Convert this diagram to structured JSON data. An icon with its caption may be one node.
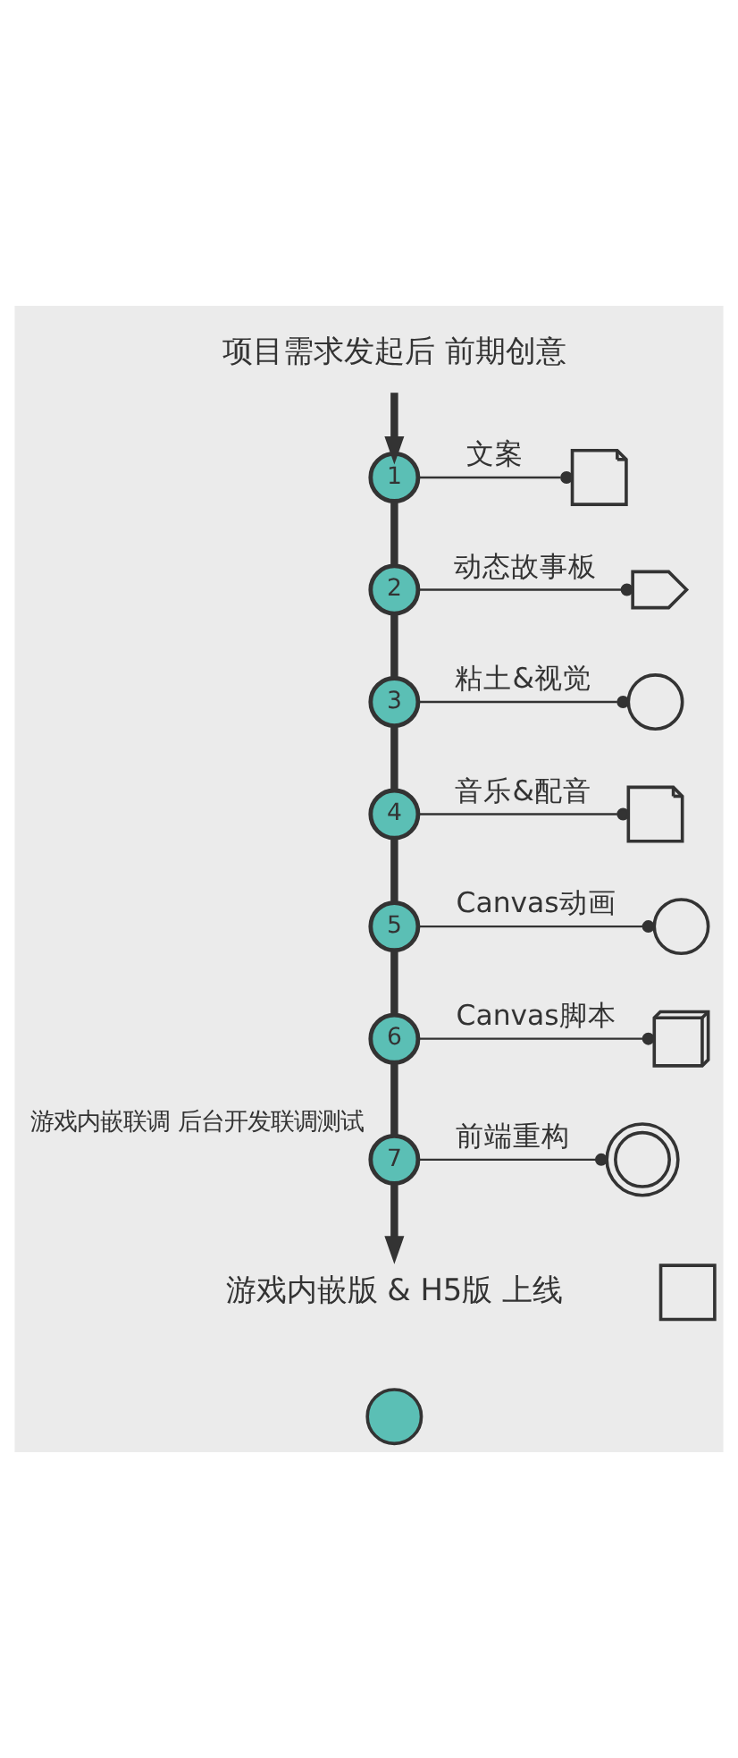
{
  "diagram": {
    "nodes": [
      {
        "text": [
          "项目需求发起后 前期创意"
        ]
      },
      {
        "text": [],
        "shape": "book"
      },
      {
        "text": [
          "1"
        ]
      },
      {
        "text": [
          "2"
        ]
      },
      {
        "text": [],
        "shape": "pencil"
      },
      {
        "text": [],
        "shape": "eye"
      },
      {
        "text": [
          "3"
        ]
      },
      {
        "text": [
          "4"
        ]
      },
      {
        "text": [],
        "shape": "music"
      },
      {
        "text": [],
        "shape": "play"
      },
      {
        "text": [
          "5"
        ]
      },
      {
        "text": [
          "6"
        ]
      },
      {
        "text": [],
        "shape": "window"
      },
      {
        "text": [],
        "shape": "gear"
      },
      {
        "text": [
          "7"
        ],
        "beside": [
          "游戏内嵌联调 后台开发联调测试"
        ]
      },
      {
        "text": [],
        "shape": "phone"
      },
      {
        "text": [
          "游戏内嵌版 & H5版 上线"
        ]
      },
      {
        "text": [],
        "shape": "circle"
      }
    ],
    "edges": [
      {
        "from": 0,
        "to": 2,
        "arrow": "to"
      },
      {
        "from": 2,
        "to": 1,
        "arrow": "other",
        "label": "文案"
      },
      {
        "from": 2,
        "to": 3,
        "arrow": "none"
      },
      {
        "from": 3,
        "to": 4,
        "arrow": "other",
        "label": "动态故事板"
      },
      {
        "from": 3,
        "to": 6,
        "arrow": "none"
      },
      {
        "from": 6,
        "to": 5,
        "arrow": "other",
        "label": "粘土&视觉"
      },
      {
        "from": 6,
        "to": 7,
        "arrow": "none"
      },
      {
        "from": 7,
        "to": 8,
        "arrow": "other",
        "label": "音乐&配音"
      },
      {
        "from": 7,
        "to": 10,
        "arrow": "none"
      },
      {
        "from": 10,
        "to": 9,
        "arrow": "other",
        "label": "Canvas动画"
      },
      {
        "from": 10,
        "to": 11,
        "arrow": "none"
      },
      {
        "from": 11,
        "to": 12,
        "arrow": "other",
        "label": "Canvas脚本"
      },
      {
        "from": 11,
        "to": 14,
        "arrow": "none"
      },
      {
        "from": 14,
        "to": 13,
        "arrow": "other",
        "label": "前端重构"
      },
      {
        "from": 14,
        "to": 16,
        "arrow": "to"
      }
    ]
  }
}
